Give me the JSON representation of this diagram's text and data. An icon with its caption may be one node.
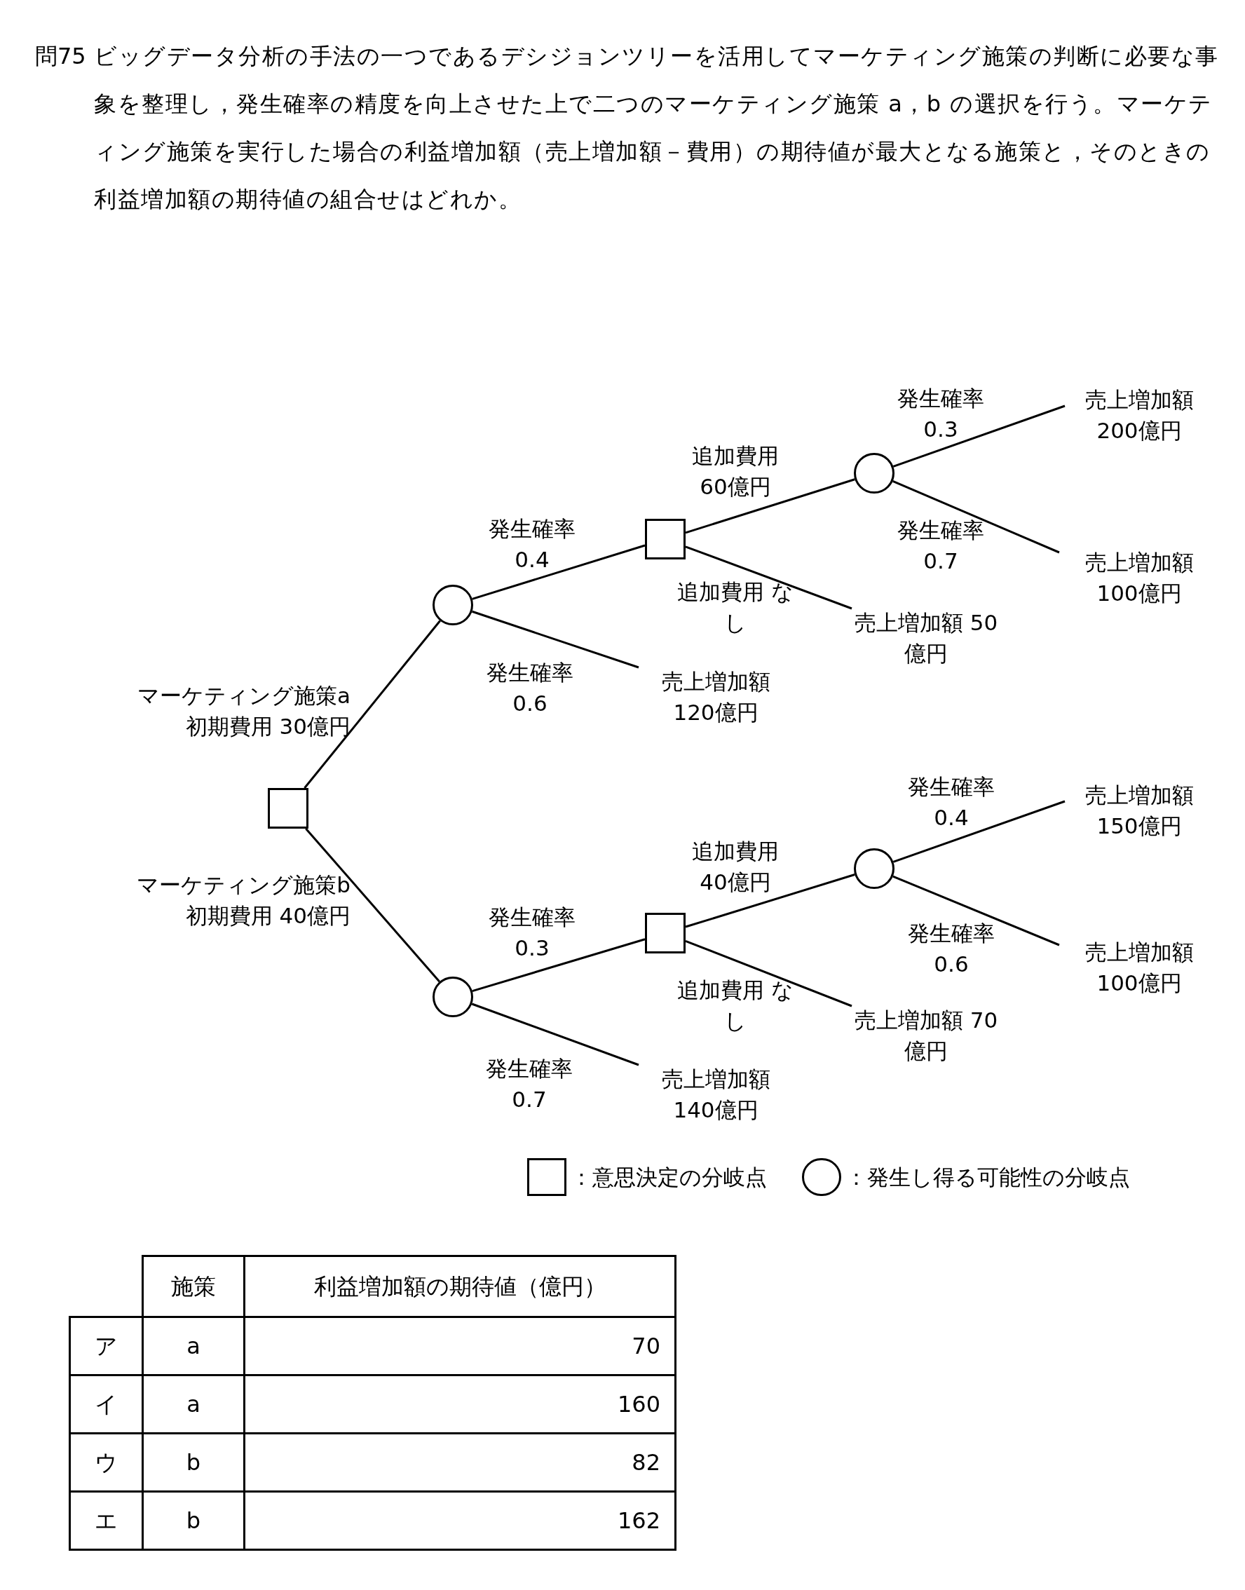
{
  "diagram": {
    "nodes": [
      {
        "text": [],
        "shape": "box"
      },
      {
        "text": [],
        "shape": "circle"
      },
      {
        "text": [],
        "shape": "box"
      },
      {
        "text": [],
        "shape": "circle"
      },
      {
        "text": [
          "売上増加額 200億円"
        ]
      },
      {
        "text": [
          "売上増加額 100億円"
        ]
      },
      {
        "text": [
          "売上増加額 50億円"
        ]
      },
      {
        "text": [
          "売上増加額 120億円"
        ]
      },
      {
        "text": [],
        "shape": "circle"
      },
      {
        "text": [],
        "shape": "box"
      },
      {
        "text": [],
        "shape": "circle"
      },
      {
        "text": [
          "売上増加額 150億円"
        ]
      },
      {
        "text": [
          "売上増加額 100億円"
        ]
      },
      {
        "text": [
          "売上増加額 70億円"
        ]
      },
      {
        "text": [
          "売上増加額 140億円"
        ]
      }
    ],
    "edges": [
      {
        "from": 0,
        "to": 1,
        "arrow": "none",
        "label": "マーケティング施策a 初期費用 30億円"
      },
      {
        "from": 1,
        "to": 2,
        "arrow": "none",
        "label": "発生確率 0.4"
      },
      {
        "from": 1,
        "to": 7,
        "arrow": "none",
        "label": "発生確率 0.6"
      },
      {
        "from": 2,
        "to": 3,
        "arrow": "none",
        "label": "追加費用 60億円"
      },
      {
        "from": 2,
        "to": 6,
        "arrow": "none",
        "label": "追加費用 なし"
      },
      {
        "from": 3,
        "to": 4,
        "arrow": "none",
        "label": "発生確率 0.3"
      },
      {
        "from": 3,
        "to": 5,
        "arrow": "none",
        "label": "発生確率 0.7"
      },
      {
        "from": 0,
        "to": 8,
        "arrow": "none",
        "label": "マーケティング施策b 初期費用 40億円"
      },
      {
        "from": 8,
        "to": 9,
        "arrow": "none",
        "label": "発生確率 0.3"
      },
      {
        "from": 8,
        "to": 14,
        "arrow": "none",
        "label": "発生確率 0.7"
      },
      {
        "from": 9,
        "to": 10,
        "arrow": "none",
        "label": "追加費用 40億円"
      },
      {
        "from": 9,
        "to": 13,
        "arrow": "none",
        "label": "追加費用 なし"
      },
      {
        "from": 10,
        "to": 11,
        "arrow": "none",
        "label": "発生確率 0.4"
      },
      {
        "from": 10,
        "to": 12,
        "arrow": "none",
        "label": "発生確率 0.6"
      }
    ],
    "labels": [
      "問75",
      "ビッグデータ分析の手法の一つであるデシジョンツリーを活用してマーケティング施策の判断に必要な事象を整理し，発生確率の精度を向上させた上で二つのマーケティング施策 a，b の選択を行う。マーケティング施策を実行した場合の利益増加額（売上増加額－費用）の期待値が最大となる施策と，そのときの利益増加額の期待値の組合せはどれか。",
      "施策",
      "利益増加額の期待値（億円）",
      "ア",
      "a",
      "70",
      "イ",
      "a",
      "160",
      "ウ",
      "b",
      "82",
      "エ",
      "b",
      "162"
    ],
    "legend": [
      {
        "text": "：意思決定の分岐点"
      },
      {
        "text": "：発生し得る可能性の分岐点"
      }
    ]
  }
}
